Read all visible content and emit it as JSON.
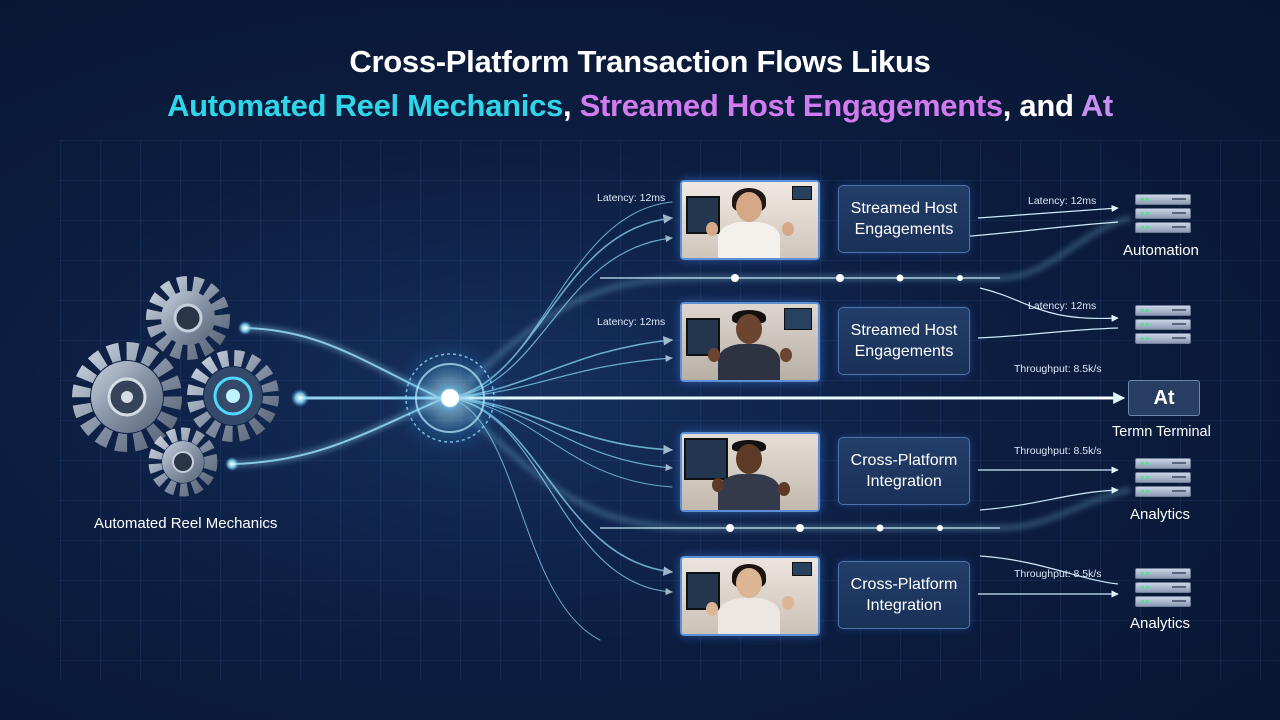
{
  "title": {
    "line1": "Cross-Platform Transaction Flows Likus",
    "line2_part1": "Automated Reel Mechanics",
    "line2_sep1": ",",
    "line2_part2": "Streamed Host Engagements",
    "line2_sep2": ", and",
    "line2_part3": "At"
  },
  "source_label": "Automated Reel Mechanics",
  "host_cards": [
    {
      "label": "Streamed Host Engagements",
      "latency": "Latency: 12ms"
    },
    {
      "label": "Streamed Host Engagements",
      "latency": "Latency: 12ms"
    },
    {
      "label": "Cross-Platform Integration",
      "latency": ""
    },
    {
      "label": "Cross-Platform Integration",
      "latency": ""
    }
  ],
  "flow_labels": {
    "out1": "Latency: 12ms",
    "out2": "Latency: 12ms",
    "main": "Throughput: 8.5k/s",
    "out3": "Throughput: 8.5k/s",
    "out4": "Throughput: 8.5k/s"
  },
  "destinations": {
    "d1": "Automation",
    "terminal_box": "At",
    "terminal_label": "Termn Terminal",
    "d3": "Analytics",
    "d4": "Analytics"
  },
  "colors": {
    "cyan_accent": "#2fd6ea",
    "magenta_accent": "#d27af0",
    "flow_glow": "#8fe8ff",
    "background": "#0c1d40"
  },
  "icons": [
    "gear-icon",
    "server-icon",
    "arrow-icon",
    "hub-icon"
  ]
}
